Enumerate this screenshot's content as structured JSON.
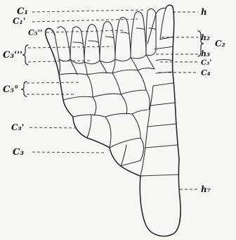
{
  "figure": {
    "labels_left": {
      "c1": "C₁",
      "c1_prime": "C₁'",
      "c5_double": "C₅''",
      "c3_triple": "C₃'''",
      "c5_circ": "C₅°",
      "c3_prime": "C₃'",
      "c3": "C₃"
    },
    "labels_right": {
      "h": "h",
      "h2": "h₂",
      "h3": "h₃",
      "c2": "C₂",
      "c5_prime": "C₅'",
      "c4": "C₄",
      "h7": "h₇"
    },
    "colors": {
      "ink": "#2a2a2a",
      "paper": "#f7f6f3"
    }
  }
}
